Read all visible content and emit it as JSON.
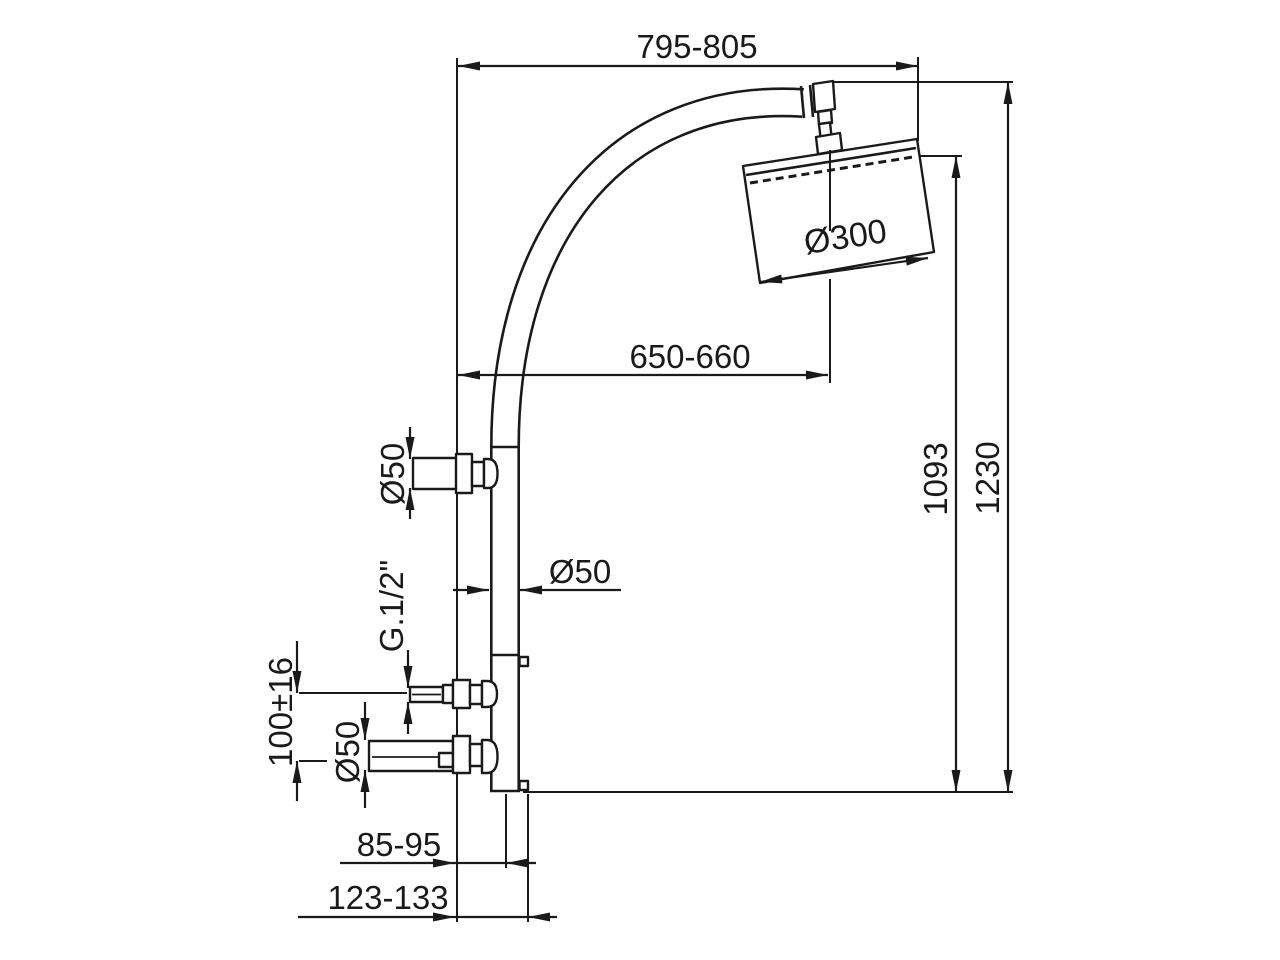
{
  "drawing": {
    "type": "technical-dimension-drawing",
    "subject": "wall-mounted shower column with curved arm and head, side view",
    "background": "#ffffff",
    "line_color": "#1a1a1a",
    "labels": {
      "overall_width": "795-805",
      "head_diameter": "Ø300",
      "head_offset": "650-660",
      "height_head_face": "1093",
      "height_overall": "1230",
      "bracket_diameter": "Ø50",
      "column_diameter": "Ø50",
      "inlet_thread": "G.1/2\"",
      "inlet_spacing": "100±16",
      "inlet_diameter": "Ø50",
      "wall_to_axis": "85-95",
      "wall_to_front": "123-133"
    }
  }
}
